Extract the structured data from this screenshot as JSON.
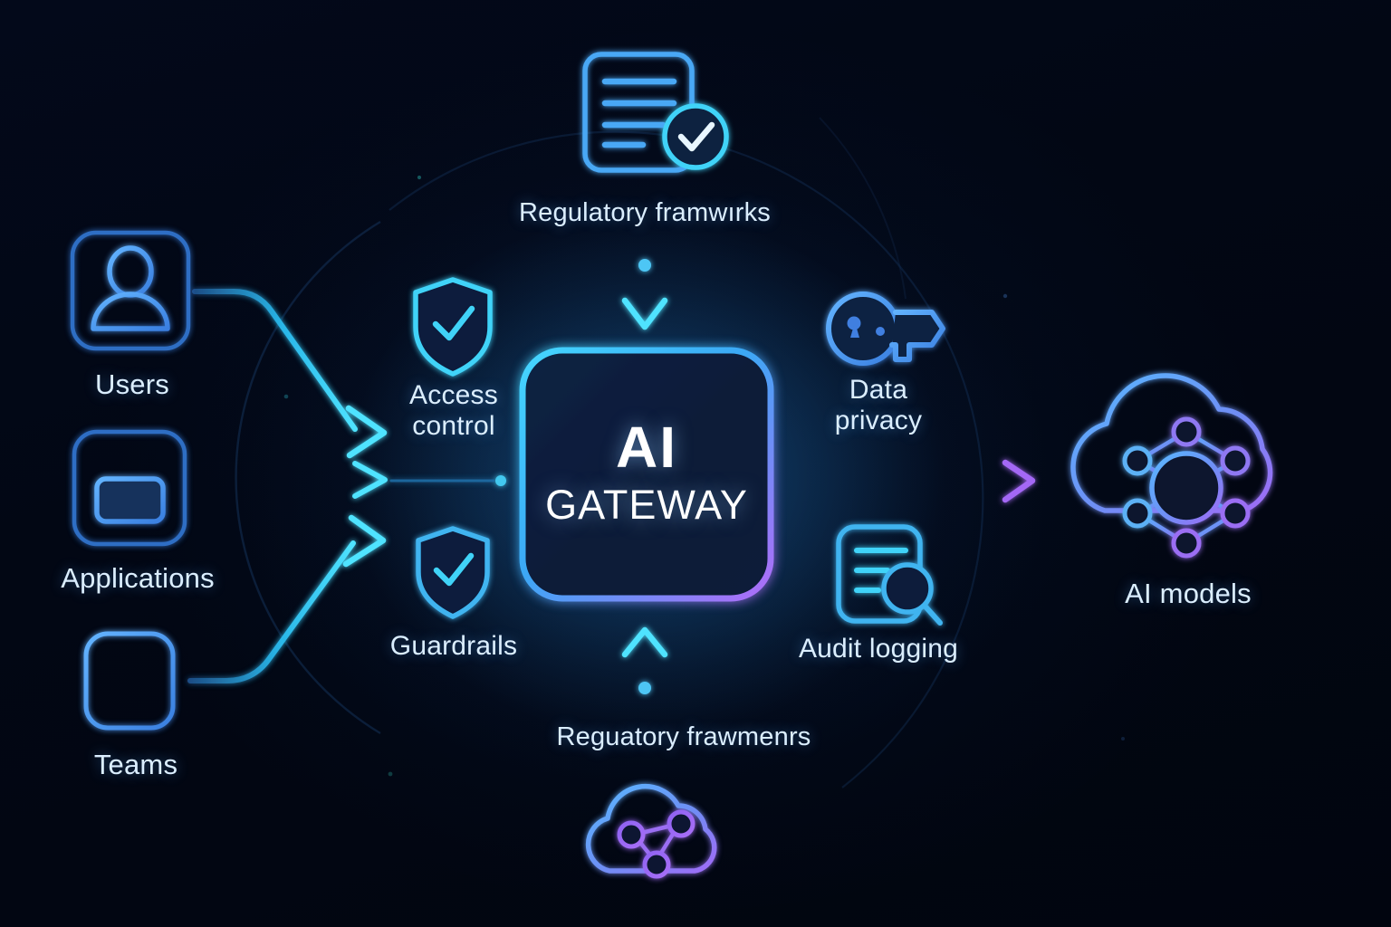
{
  "diagram": {
    "title_center_line1": "AI",
    "title_center_line2": "GATEWAY",
    "background_color": "#02060f",
    "accent_cyan": "#3fd3f8",
    "accent_blue": "#4a90e8",
    "accent_purple": "#9b6ef3"
  },
  "inputs": [
    {
      "id": "users",
      "label": "Users",
      "icon": "user-icon"
    },
    {
      "id": "applications",
      "label": "Applications",
      "icon": "application-window-icon"
    },
    {
      "id": "teams",
      "label": "Teams",
      "icon": "teams-lines-icon"
    }
  ],
  "controls": [
    {
      "id": "access-control",
      "label": "Access\ncontrol",
      "icon": "shield-check-icon"
    },
    {
      "id": "guardrails",
      "label": "Guardrails",
      "icon": "shield-check-icon"
    }
  ],
  "policies": [
    {
      "id": "data-privacy",
      "label": "Data\nprivacy",
      "icon": "key-icon"
    },
    {
      "id": "audit-logging",
      "label": "Audit logging",
      "icon": "document-search-icon"
    }
  ],
  "top_node": {
    "id": "regulatory-frameworks-top",
    "label": "Regulatory framwırks",
    "icon": "document-check-icon"
  },
  "bottom_node": {
    "id": "regulatory-frameworks-bottom",
    "label": "Reguatory frawmenrs",
    "icon": "cloud-nodes-icon"
  },
  "output": {
    "id": "ai-models",
    "label": "AI models",
    "icon": "cloud-network-icon"
  }
}
